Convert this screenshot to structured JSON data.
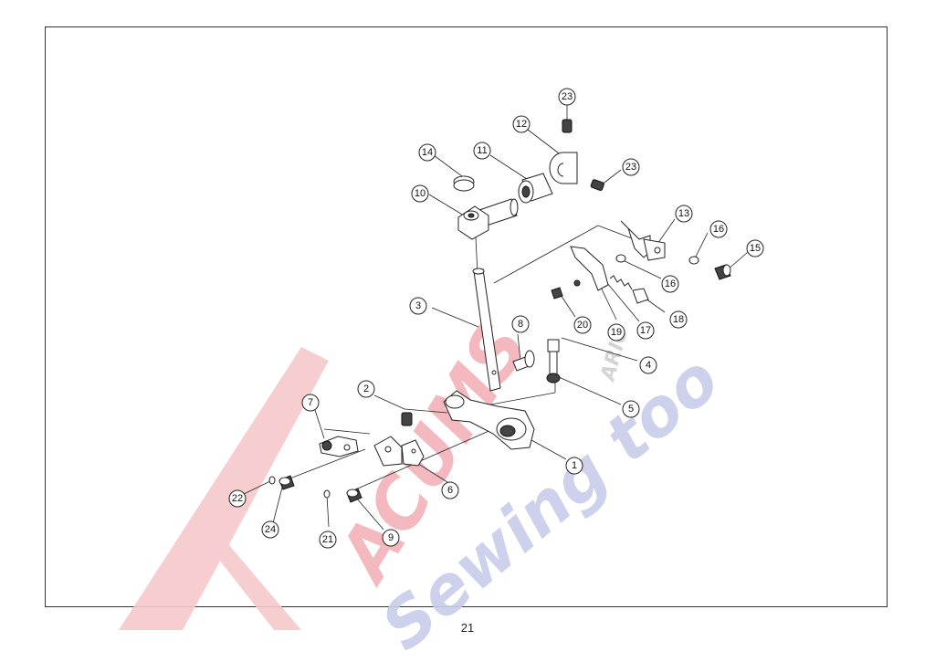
{
  "page": {
    "number": "21"
  },
  "watermark": {
    "line1": "ACUMS",
    "line2": "Sewing too",
    "small": "ARIO",
    "colors": {
      "red": "#e8323a",
      "blue": "#3d4fa8",
      "gray": "#9a9a9a"
    }
  },
  "callouts": [
    {
      "id": "c1",
      "label": "1"
    },
    {
      "id": "c2",
      "label": "2"
    },
    {
      "id": "c3",
      "label": "3"
    },
    {
      "id": "c4",
      "label": "4"
    },
    {
      "id": "c5",
      "label": "5"
    },
    {
      "id": "c6",
      "label": "6"
    },
    {
      "id": "c7",
      "label": "7"
    },
    {
      "id": "c8",
      "label": "8"
    },
    {
      "id": "c9",
      "label": "9"
    },
    {
      "id": "c10",
      "label": "10"
    },
    {
      "id": "c11",
      "label": "11"
    },
    {
      "id": "c12",
      "label": "12"
    },
    {
      "id": "c13",
      "label": "13"
    },
    {
      "id": "c14",
      "label": "14"
    },
    {
      "id": "c15",
      "label": "15"
    },
    {
      "id": "c16a",
      "label": "16"
    },
    {
      "id": "c16b",
      "label": "16"
    },
    {
      "id": "c17",
      "label": "17"
    },
    {
      "id": "c18",
      "label": "18"
    },
    {
      "id": "c19",
      "label": "19"
    },
    {
      "id": "c20",
      "label": "20"
    },
    {
      "id": "c21",
      "label": "21"
    },
    {
      "id": "c22",
      "label": "22"
    },
    {
      "id": "c23a",
      "label": "23"
    },
    {
      "id": "c23b",
      "label": "23"
    },
    {
      "id": "c24",
      "label": "24"
    }
  ]
}
